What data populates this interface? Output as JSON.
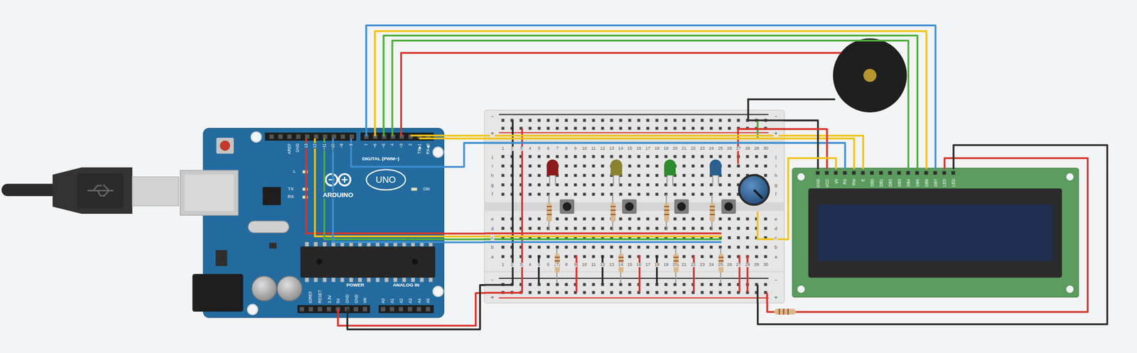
{
  "diagram": {
    "nodes": [
      {
        "text": [
          "AREF",
          "GND",
          "13",
          "12",
          "~11",
          "~10",
          "~9",
          "8",
          "7",
          "~6",
          "~5",
          "4",
          "~3",
          "2",
          "TX▶1",
          "RX◀0",
          "DIGITAL (PWM~)",
          "L",
          "TX",
          "RX",
          "ON",
          "ARDUINO",
          "UNO",
          "IOREF",
          "RESET",
          "3.3V",
          "5V",
          "GND",
          "GND",
          "Vin",
          "POWER",
          "A0",
          "A1",
          "A2",
          "A3",
          "A4",
          "A5",
          "ANALOG IN"
        ]
      },
      {
        "text": [
          "-",
          "-",
          "+",
          "+",
          "1",
          "2",
          "3",
          "4",
          "5",
          "6",
          "7",
          "8",
          "9",
          "10",
          "11",
          "12",
          "13",
          "14",
          "15",
          "16",
          "17",
          "18",
          "19",
          "20",
          "21",
          "22",
          "23",
          "24",
          "25",
          "26",
          "27",
          "28",
          "29",
          "30",
          "j",
          "i",
          "h",
          "g",
          "f",
          "e",
          "d",
          "c",
          "b",
          "a",
          "j",
          "i",
          "h",
          "g",
          "f",
          "e",
          "d",
          "c",
          "b",
          "a",
          "1",
          "2",
          "3",
          "4",
          "5",
          "6",
          "7",
          "8",
          "9",
          "10",
          "11",
          "12",
          "13",
          "14",
          "15",
          "16",
          "17",
          "18",
          "19",
          "20",
          "21",
          "22",
          "23",
          "24",
          "25",
          "26",
          "27",
          "28",
          "29",
          "30",
          "-",
          "-",
          "+",
          "+"
        ]
      },
      {
        "text": [
          "GND",
          "VCC",
          "V0",
          "RS",
          "RW",
          "E",
          "DB0",
          "DB1",
          "DB2",
          "DB3",
          "DB4",
          "DB5",
          "DB6",
          "DB7",
          "LED",
          "LED"
        ]
      }
    ],
    "edges": [
      {
        "from": 0,
        "to": 2,
        "arrow": "none"
      },
      {
        "from": 0,
        "to": 2,
        "arrow": "none"
      },
      {
        "from": 0,
        "to": 2,
        "arrow": "none"
      },
      {
        "from": 0,
        "to": 2,
        "arrow": "none"
      },
      {
        "from": 0,
        "to": 2,
        "arrow": "none"
      },
      {
        "from": 0,
        "to": 2,
        "arrow": "none"
      },
      {
        "from": 0,
        "to": 2,
        "arrow": "none"
      },
      {
        "from": 0,
        "to": 1,
        "arrow": "none"
      },
      {
        "from": 0,
        "to": 1,
        "arrow": "none"
      },
      {
        "from": 0,
        "to": 1,
        "arrow": "none"
      },
      {
        "from": 0,
        "to": 1,
        "arrow": "none"
      },
      {
        "from": 0,
        "to": 1,
        "arrow": "none"
      },
      {
        "from": 0,
        "to": 1,
        "arrow": "none"
      },
      {
        "from": 1,
        "to": 2,
        "arrow": "none"
      },
      {
        "from": 1,
        "to": 2,
        "arrow": "none"
      },
      {
        "from": 1,
        "to": 2,
        "arrow": "none"
      },
      {
        "from": 2,
        "to": 1,
        "arrow": "none"
      },
      {
        "from": 2,
        "to": 1,
        "arrow": "none"
      }
    ]
  }
}
